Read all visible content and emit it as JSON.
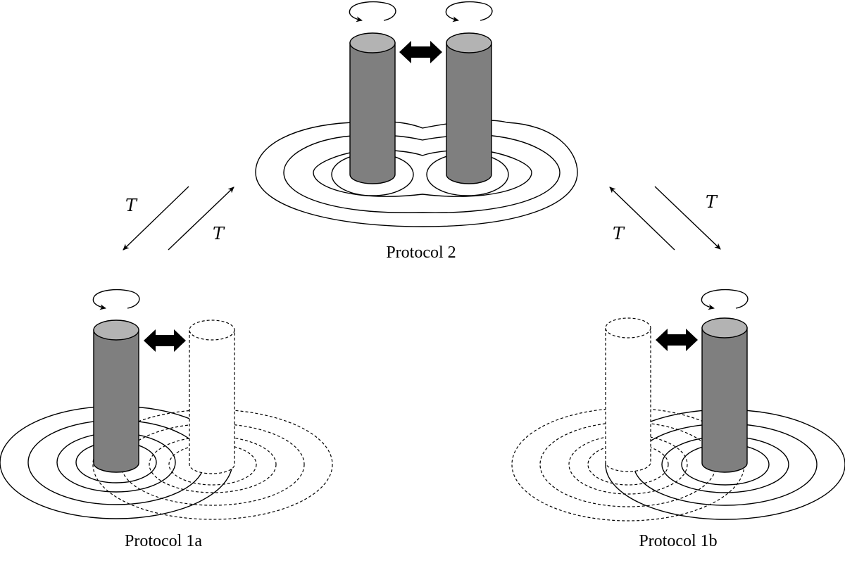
{
  "colors": {
    "cylinder_body": "#7f7f7f",
    "cylinder_top": "#b3b3b3",
    "line": "#000000",
    "background": "#ffffff"
  },
  "panels": {
    "protocol2": {
      "caption": "Protocol 2",
      "active_cylinders": 2,
      "ghost_cylinders": 0,
      "rings_per_cylinder": 4,
      "rotation_markers": 2,
      "swap_arrow": true
    },
    "protocol1a": {
      "caption": "Protocol 1a",
      "active_cylinders": 1,
      "active_side": "left",
      "ghost_cylinders": 1,
      "rings_per_cylinder": 4,
      "rotation_markers": 1,
      "swap_arrow": true
    },
    "protocol1b": {
      "caption": "Protocol 1b",
      "active_cylinders": 1,
      "active_side": "right",
      "ghost_cylinders": 1,
      "rings_per_cylinder": 4,
      "rotation_markers": 1,
      "swap_arrow": true
    }
  },
  "transitions": [
    {
      "label": "T",
      "from": "protocol2",
      "to": "protocol1a"
    },
    {
      "label": "T",
      "from": "protocol1a",
      "to": "protocol2"
    },
    {
      "label": "T",
      "from": "protocol1b",
      "to": "protocol2"
    },
    {
      "label": "T",
      "from": "protocol2",
      "to": "protocol1b"
    }
  ]
}
